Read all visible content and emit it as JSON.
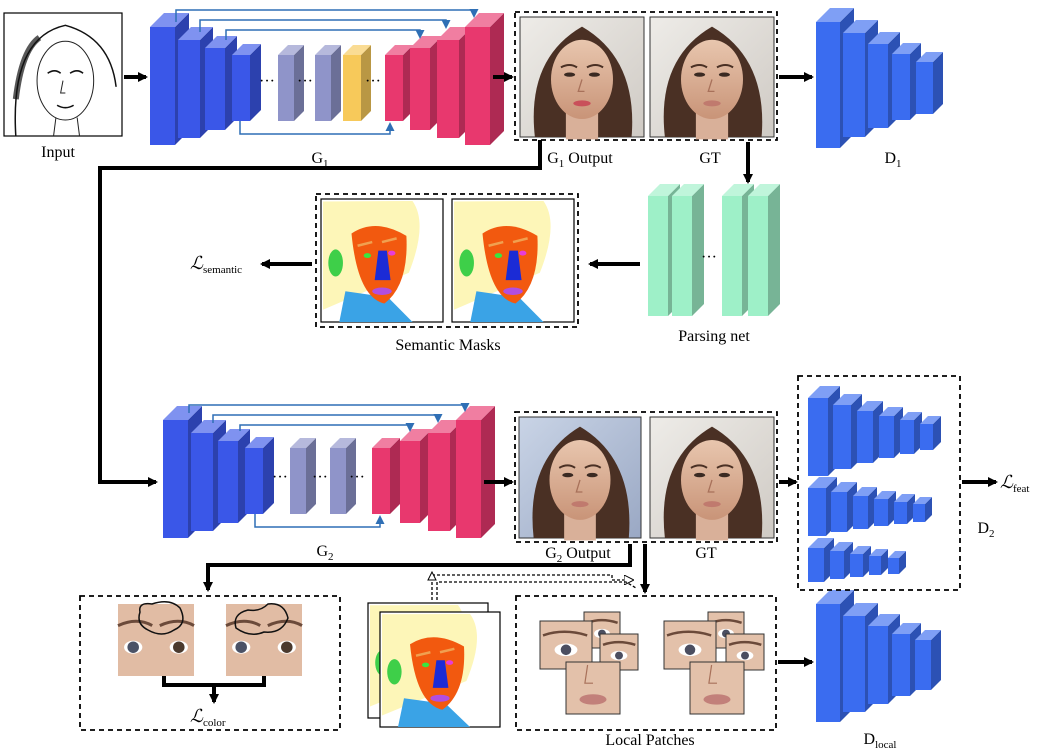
{
  "labels": {
    "input": "Input",
    "g1": "G",
    "g1_sub": "1",
    "g1_output": "G",
    "g1_output_sub": "1",
    "g1_output_tail": " Output",
    "gt_top": "GT",
    "d1": "D",
    "d1_sub": "1",
    "parsing_net": "Parsing net",
    "semantic_masks": "Semantic Masks",
    "loss_semantic": "ℒ",
    "loss_semantic_sub": "semantic",
    "g2": "G",
    "g2_sub": "2",
    "g2_output": "G",
    "g2_output_sub": "2",
    "g2_output_tail": " Output",
    "gt_bottom": "GT",
    "d2": "D",
    "d2_sub": "2",
    "loss_feat": "ℒ",
    "loss_feat_sub": "feat",
    "loss_color": "ℒ",
    "loss_color_sub": "color",
    "local_patches": "Local Patches",
    "dlocal": "D",
    "dlocal_sub": "local",
    "ellipsis": "…",
    "ellipsis_dots": "···"
  },
  "colors": {
    "encoder_blue": "#3a57e8",
    "decoder_pink": "#e8386e",
    "bottleneck_purple": "#8f94c9",
    "bottleneck_yellow": "#f7c95a",
    "discriminator_blue": "#3a6cf0",
    "parsing_green": "#9ef0c8",
    "mask_face": "#f2590f",
    "mask_hair": "#fdf6b8",
    "mask_neck": "#3aa3e6",
    "mask_nose": "#1b2bd6",
    "mask_ear": "#3ecf49",
    "mask_lips": "#b14ee0"
  },
  "icons": {
    "face_photo": "face-photo-icon",
    "sketch": "sketch-icon"
  }
}
